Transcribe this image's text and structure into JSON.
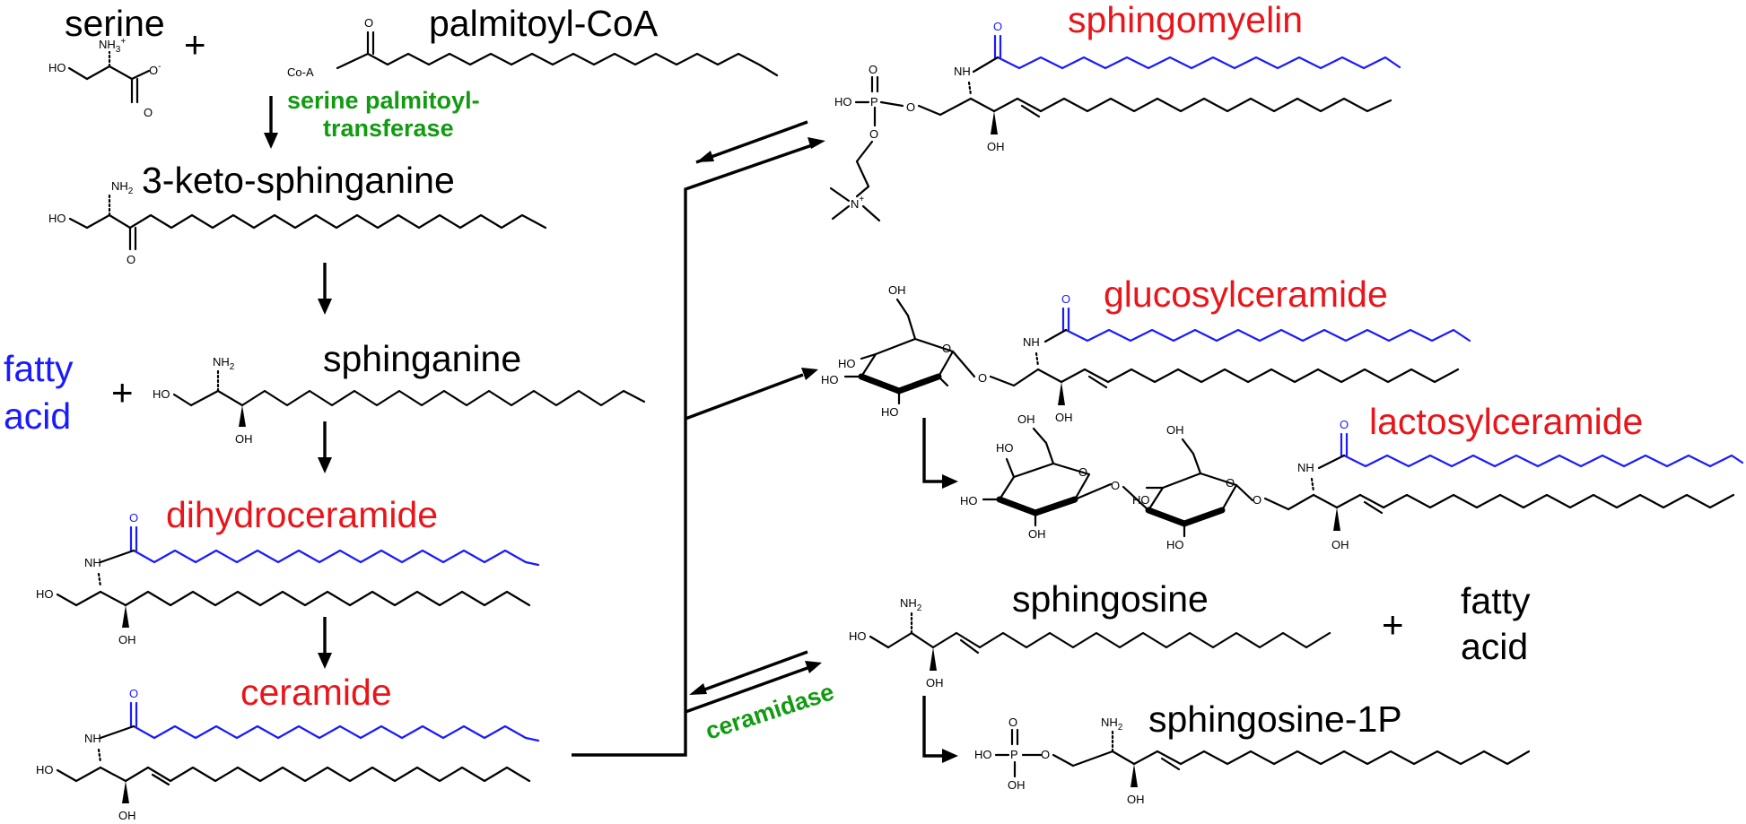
{
  "compounds": {
    "serine": "serine",
    "palmitoyl_coa": "palmitoyl-CoA",
    "keto_sphinganine": "3-keto-sphinganine",
    "sphinganine": "sphinganine",
    "dihydroceramide": "dihydroceramide",
    "ceramide": "ceramide",
    "sphingomyelin": "sphingomyelin",
    "glucosylceramide": "glucosylceramide",
    "lactosylceramide": "lactosylceramide",
    "sphingosine": "sphingosine",
    "sphingosine_1p": "sphingosine-1P"
  },
  "fatty_acid_left": [
    "fatty",
    "acid"
  ],
  "fatty_acid_right": [
    "fatty",
    "acid"
  ],
  "enzymes": {
    "spt_line1": "serine palmitoyl-",
    "spt_line2": "transferase",
    "ceramidase": "ceramidase"
  },
  "plus": "+",
  "atoms": {
    "nh3": "NH",
    "nh3_sub": "3",
    "nh3_sup": "+",
    "nh2": "NH",
    "nh2_sub": "2",
    "n_plus": "N",
    "n_plus_sup": "+",
    "ho": "HO",
    "oh": "OH",
    "o": "O",
    "o_minus": "O",
    "o_minus_sup": "-",
    "nh": "NH",
    "p": "P",
    "coa": "Co-A"
  },
  "colors": {
    "product_label": "#e8161b",
    "fatty_acid": "#1a1aff",
    "enzyme": "#129b12",
    "default": "#000000"
  }
}
